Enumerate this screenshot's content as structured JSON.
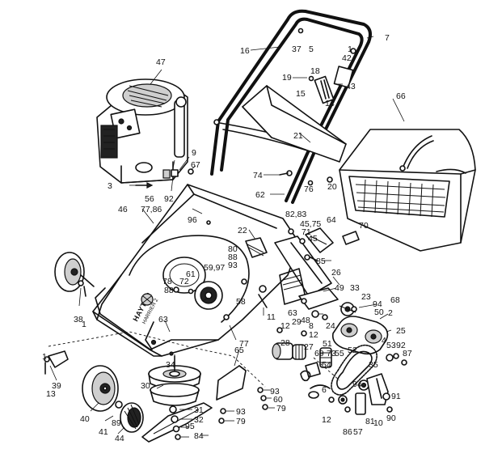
{
  "diagram": {
    "brand_text": "HAYTER",
    "model_text": "HARRIER 2",
    "labels": {
      "l1a": "1",
      "l1b": "1",
      "l1c": "1",
      "l2": "2",
      "l3": "3",
      "l4": "4",
      "l5": "5",
      "l6": "6",
      "l7": "7",
      "l8": "8",
      "l9": "9",
      "l10": "10",
      "l11": "11",
      "l12a": "12",
      "l12b": "12",
      "l12c": "12",
      "l13": "13",
      "l14": "14",
      "l15": "15",
      "l16": "16",
      "l17": "17",
      "l18": "18",
      "l19": "19",
      "l20": "20",
      "l21": "21",
      "l22": "22",
      "l23": "23",
      "l24": "24",
      "l25": "25",
      "l26": "26",
      "l27": "27",
      "l28": "28",
      "l29": "29",
      "l30": "30",
      "l31": "31",
      "l32": "32",
      "l33": "33",
      "l34": "34",
      "l35": "35",
      "l37": "37",
      "l38": "38",
      "l39": "39",
      "l40": "40",
      "l41": "41",
      "l42": "42",
      "l43": "43",
      "l44": "44",
      "l45a": "45",
      "l45b": "45,75",
      "l46": "46",
      "l47": "47",
      "l48": "48",
      "l49": "49",
      "l50": "50",
      "l51": "51",
      "l52": "52",
      "l53": "53",
      "l54": "54",
      "l55": "55",
      "l56": "56",
      "l57": "57",
      "l58": "58",
      "l59": "59,97",
      "l60": "60",
      "l61": "61",
      "l62": "62",
      "l63a": "63",
      "l63b": "63",
      "l64": "64",
      "l65": "65",
      "l66": "66",
      "l67": "67",
      "l68": "68",
      "l69": "69",
      "l70": "70",
      "l71": "71",
      "l72": "72",
      "l73": "73",
      "l74": "74",
      "l76": "76",
      "l77": "77",
      "l7786": "77,86",
      "l78": "78",
      "l79a": "79",
      "l79b": "79",
      "l80": "80",
      "l81": "81",
      "l8283": "82,83",
      "l84": "84",
      "l85": "85",
      "l86": "86",
      "l87": "87",
      "l88a": "88",
      "l88b": "88",
      "l89": "89",
      "l90": "90",
      "l91": "91",
      "l92a": "92",
      "l92b": "92",
      "l93a": "93",
      "l93b": "93",
      "l93c": "93",
      "l94a": "94",
      "l94b": "94",
      "l95": "95",
      "l96": "96"
    }
  }
}
